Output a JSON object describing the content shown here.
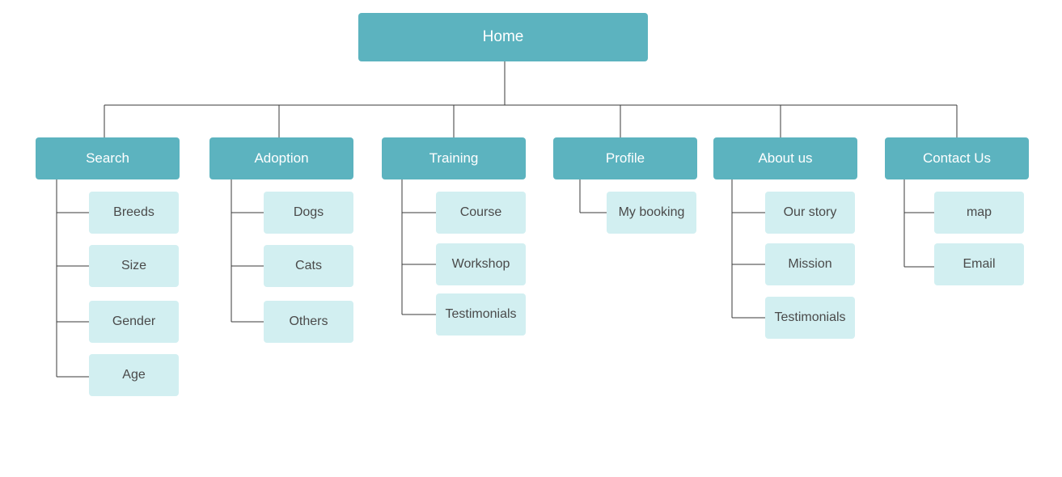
{
  "colors": {
    "primary": "#5cb3bf",
    "primary_text": "#ffffff",
    "secondary": "#d2eff1",
    "secondary_text": "#4a4a4a",
    "connector": "#3a3a3a"
  },
  "home": {
    "label": "Home"
  },
  "sections": [
    {
      "label": "Search",
      "children": [
        "Breeds",
        "Size",
        "Gender",
        "Age"
      ]
    },
    {
      "label": "Adoption",
      "children": [
        "Dogs",
        "Cats",
        "Others"
      ]
    },
    {
      "label": "Training",
      "children": [
        "Course",
        "Workshop",
        "Testimonials"
      ]
    },
    {
      "label": "Profile",
      "children": [
        "My booking"
      ]
    },
    {
      "label": "About us",
      "children": [
        "Our story",
        "Mission",
        "Testimonials"
      ]
    },
    {
      "label": "Contact Us",
      "children": [
        "map",
        "Email"
      ]
    }
  ]
}
